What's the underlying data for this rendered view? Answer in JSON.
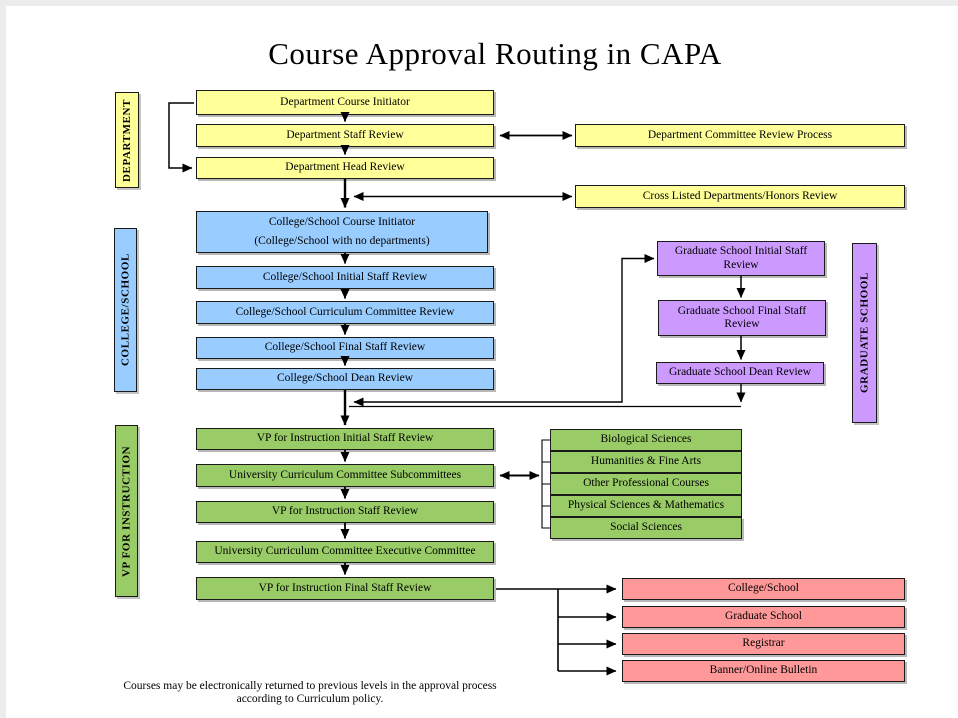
{
  "title": "Course Approval Routing in CAPA",
  "colors": {
    "yellow": "#FFFF99",
    "blue": "#99CCFF",
    "purple": "#CC99FF",
    "green": "#99CC66",
    "pink": "#FF9999"
  },
  "department": {
    "label": "DEPARTMENT",
    "course_initiator": "Department Course Initiator",
    "staff_review": "Department Staff Review",
    "head_review": "Department Head Review",
    "committee_review_process": "Department Committee Review Process",
    "cross_listed": "Cross Listed Departments/Honors Review"
  },
  "college_school": {
    "label": "COLLEGE/SCHOOL",
    "course_initiator_line1": "College/School Course Initiator",
    "course_initiator_line2": "(College/School with no departments)",
    "initial_staff_review": "College/School Initial Staff Review",
    "curriculum_committee_review": "College/School Curriculum Committee Review",
    "final_staff_review": "College/School Final Staff Review",
    "dean_review": "College/School Dean Review"
  },
  "graduate_school": {
    "label": "GRADUATE SCHOOL",
    "initial_staff_review": "Graduate School Initial Staff Review",
    "final_staff_review": "Graduate School Final Staff Review",
    "dean_review": "Graduate School Dean Review"
  },
  "vp_instruction": {
    "label": "VP FOR INSTRUCTION",
    "initial_staff_review": "VP for Instruction Initial Staff Review",
    "ucc_subcommittees": "University Curriculum Committee Subcommittees",
    "staff_review": "VP for Instruction Staff Review",
    "ucc_executive_committee": "University Curriculum Committee Executive Committee",
    "final_staff_review": "VP for Instruction Final Staff Review",
    "subcommittees": [
      "Biological Sciences",
      "Humanities & Fine Arts",
      "Other Professional Courses",
      "Physical Sciences & Mathematics",
      "Social Sciences"
    ]
  },
  "outputs": [
    "College/School",
    "Graduate School",
    "Registrar",
    "Banner/Online Bulletin"
  ],
  "footnote_line1": "Courses may be electronically returned to previous levels in the approval process",
  "footnote_line2": "according to Curriculum policy."
}
